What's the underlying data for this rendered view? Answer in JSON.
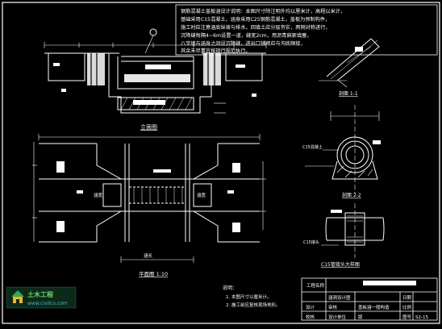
{
  "drawing": {
    "notes_top": [
      "钢筋混凝土盖板涵设计说明：本图尺寸除注明外均以厘米计，高程以米计，",
      "基础采用C15混凝土，涵身采用C25钢筋混凝土，盖板为预制构件，",
      "施工时应注意涵底纵坡与排水，回填土应分层夯实，两侧对称进行，",
      "沉降缝每隔4~6m设置一道，缝宽2cm，用沥青麻絮填塞，",
      "八字墙与涵身之间设沉降缝，进出口铺砌应与沟底顺接，",
      "其余未尽事宜按现行规范执行。"
    ],
    "front_view_title": "立面图",
    "plan_view_title": "平面图 1:10",
    "section_11_title": "剖面 1-1",
    "section_22_title": "剖面 2-2",
    "section_33_title": "剖面 3-3",
    "detail_title": "C15管接头大样图",
    "label_c15_pipe": "C15混凝土",
    "label_c15_joint": "C15接头",
    "label_dim_main": "涵长",
    "label_plan_side_left": "涵宽",
    "label_plan_side_right": "涵宽",
    "legend_title": "说明：",
    "legend_items": [
      "1. 本图尺寸以厘米计。",
      "2. 施工前应复核现场地形。"
    ],
    "title_block": {
      "project_label": "工程名称",
      "drawing_label": "涵洞设计图",
      "design_label": "设计",
      "check_label": "校核",
      "review_label": "审核",
      "drawing_name": "盖板涵一般构造",
      "date_label": "日期",
      "sheet_label": "图号",
      "sheet_no": "S2-15",
      "scale_label": "比例",
      "company_label": "设计单位",
      "version_label": "版"
    },
    "watermark": {
      "name": "土木工程",
      "url": "www.civilcn.com"
    }
  }
}
